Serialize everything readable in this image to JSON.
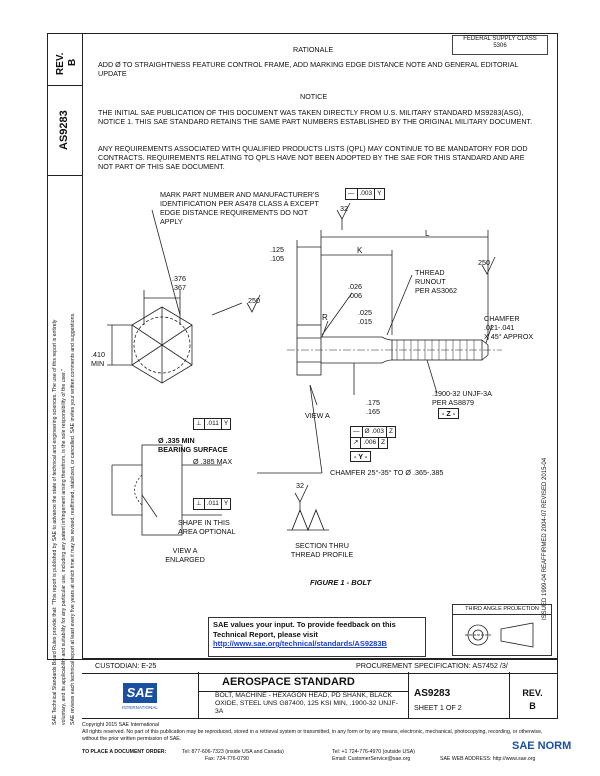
{
  "side": {
    "rev_label": "REV.",
    "rev_value": "B",
    "doc_number": "AS9283",
    "legal_vertical_1": "SAE Technical Standards Board Rules provide that: \"This report is published by SAE to advance the state of technical and engineering sciences. The use of this report is entirely",
    "legal_vertical_2": "voluntary, and its applicability and suitability for any particular use, including any patent infringement arising therefrom, is the sole responsibility of the user.\"",
    "legal_vertical_3": "SAE reviews each technical report at least every five years at which time it may be revised, reaffirmed, stabilized, or cancelled. SAE invites your written comments and suggestions.",
    "dates_vertical": "ISSUED 1999-04    REAFFIRMED 2004-07    REVISED 2015-04"
  },
  "header": {
    "fed_stamp": "FEDERAL SUPPLY CLASS\n5306",
    "rationale_title": "RATIONALE",
    "rationale_text": "ADD Ø TO STRAIGHTNESS FEATURE CONTROL FRAME, ADD MARKING EDGE DISTANCE NOTE AND GENERAL EDITORIAL UPDATE",
    "notice_title": "NOTICE",
    "notice_p1": "THE INITIAL SAE PUBLICATION OF THIS DOCUMENT WAS TAKEN DIRECTLY FROM U.S. MILITARY STANDARD MS9283(ASG), NOTICE 1. THIS SAE STANDARD RETAINS THE SAME PART NUMBERS ESTABLISHED BY THE ORIGINAL MILITARY DOCUMENT.",
    "notice_p2": "ANY REQUIREMENTS ASSOCIATED WITH QUALIFIED PRODUCTS LISTS (QPL) MAY CONTINUE TO BE MANDATORY FOR DOD CONTRACTS. REQUIREMENTS RELATING TO QPLS HAVE NOT BEEN ADOPTED BY THE SAE FOR THIS STANDARD AND ARE NOT PART OF THIS SAE DOCUMENT."
  },
  "drawing": {
    "mark_note": "MARK PART NUMBER AND MANUFACTURER'S IDENTIFICATION PER AS478 CLASS A EXCEPT EDGE DISTANCE REQUIREMENTS DO NOT APPLY",
    "dim_376": ".376",
    "dim_367": ".367",
    "dim_410": ".410",
    "dim_min": "MIN",
    "fcf_011_a": ".011",
    "fcf_y": "Y",
    "bearing_335": "Ø .335 MIN",
    "bearing_surface": "BEARING SURFACE",
    "dim_385max": "Ø .385 MAX",
    "shape_note": "SHAPE IN THIS AREA OPTIONAL",
    "view_a_enlarged": "VIEW A\nENLARGED",
    "dim_125": ".125",
    "dim_105": ".105",
    "dim_026": ".026",
    "dim_006": ".006",
    "dim_r": "R",
    "dim_025": ".025",
    "dim_015": ".015",
    "dim_k": "K",
    "dim_l": "L",
    "thread_runout": "THREAD\nRUNOUT\nPER AS3062",
    "chamfer_label": "CHAMFER",
    "chamfer_dim": ".021-.041",
    "chamfer_angle": "X 45° APPROX",
    "roughness_32": "32",
    "roughness_250": "250",
    "fcf_003": ".003",
    "fcf_003_y": "Y",
    "thread_spec": ".1900-32 UNJF-3A",
    "thread_per": "PER AS8879",
    "datum_z": "- Z -",
    "dia_175": ".175",
    "dia_165": ".165",
    "fcf_0031": "Ø .003",
    "fcf_0031_z": "Z",
    "fcf_006": ".006",
    "fcf_006_z": "Z",
    "datum_y": "- Y -",
    "view_a": "VIEW A",
    "chamfer_note": "CHAMFER 25°-35° TO Ø .365-.385",
    "section_label": "SECTION THRU\nTHREAD PROFILE",
    "figure_caption": "FIGURE 1 - BOLT",
    "third_angle": "THIRD ANGLE PROJECTION"
  },
  "feedback": {
    "text": "SAE values your input. To provide feedback on this Technical Report, please visit",
    "url": "http://www.sae.org/technical/standards/AS9283B"
  },
  "title_block": {
    "custodian": "CUSTODIAN: E-25",
    "procurement": "PROCUREMENT SPECIFICATION: AS7452 /3/",
    "std_title": "AEROSPACE STANDARD",
    "description": "BOLT, MACHINE - HEXAGON HEAD, PD SHANK, BLACK OXIDE, STEEL UNS G87400, 125 KSI MIN, .1900-32 UNJF-3A",
    "doc_number": "AS9283",
    "sheet": "SHEET 1 OF 2",
    "rev_label": "REV.",
    "rev_value": "B",
    "logo_text": "SAE",
    "logo_sub": "INTERNATIONAL"
  },
  "footer": {
    "copyright": "Copyright 2015 SAE International",
    "rights": "All rights reserved. No part of this publication may be reproduced, stored in a retrieval system or transmitted, in any form or by any means, electronic, mechanical, photocopying, recording, or otherwise, without the prior written permission of SAE.",
    "order_label": "TO PLACE A DOCUMENT ORDER:",
    "tel1": "Tel: 877-606-7323 (inside USA and Canada)",
    "tel2": "Tel: +1 724-776-4970 (outside USA)",
    "fax": "Fax: 724-776-0790",
    "email": "Email: CustomerService@sae.org",
    "web": "SAE WEB ADDRESS: http://www.sae.org",
    "watermark": "SAE NORM"
  }
}
